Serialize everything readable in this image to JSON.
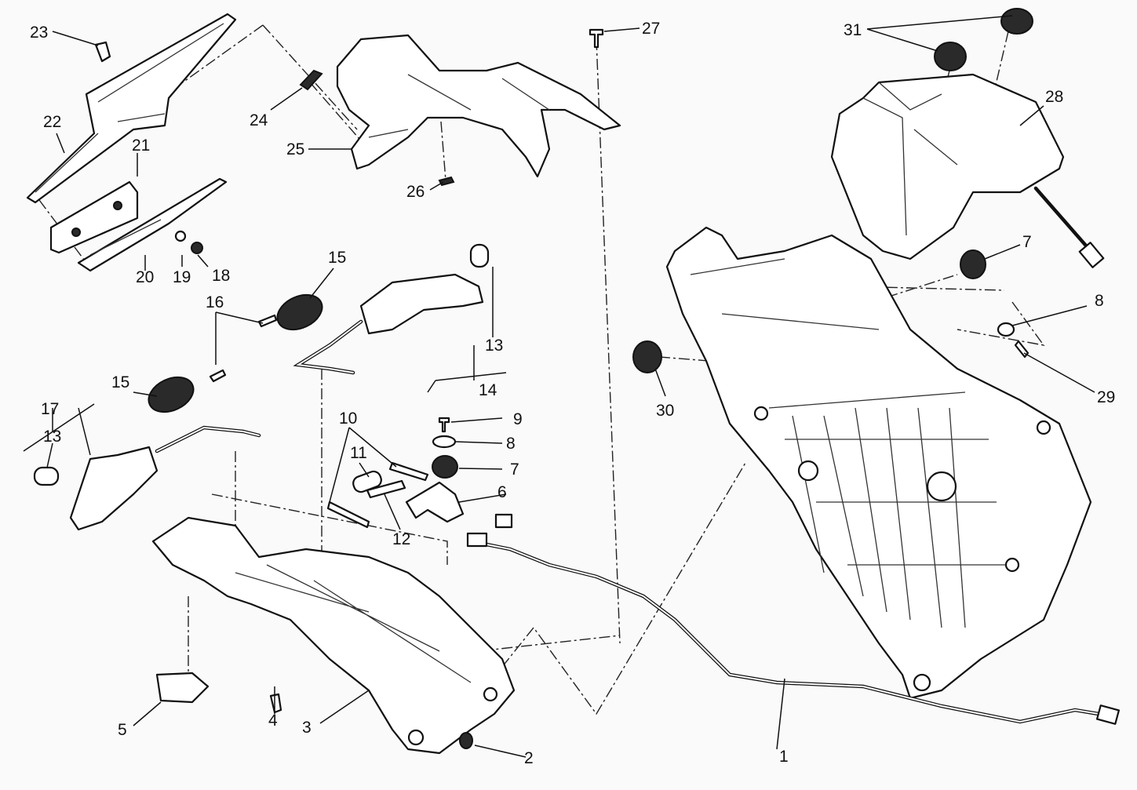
{
  "diagram": {
    "type": "exploded-parts-view",
    "callouts": {
      "c1": "1",
      "c2": "2",
      "c3": "3",
      "c4": "4",
      "c5": "5",
      "c6": "6",
      "c7a": "7",
      "c7b": "7",
      "c8a": "8",
      "c8b": "8",
      "c9": "9",
      "c10": "10",
      "c11": "11",
      "c12": "12",
      "c13a": "13",
      "c13b": "13",
      "c14": "14",
      "c15a": "15",
      "c15b": "15",
      "c16": "16",
      "c17": "17",
      "c18": "18",
      "c19": "19",
      "c20": "20",
      "c21": "21",
      "c22": "22",
      "c23": "23",
      "c24": "24",
      "c25": "25",
      "c26": "26",
      "c27": "27",
      "c28": "28",
      "c29": "29",
      "c30": "30",
      "c31": "31"
    },
    "colors": {
      "line": "#111111",
      "background": "#fafafa",
      "rubber": "#2a2a2a"
    }
  }
}
